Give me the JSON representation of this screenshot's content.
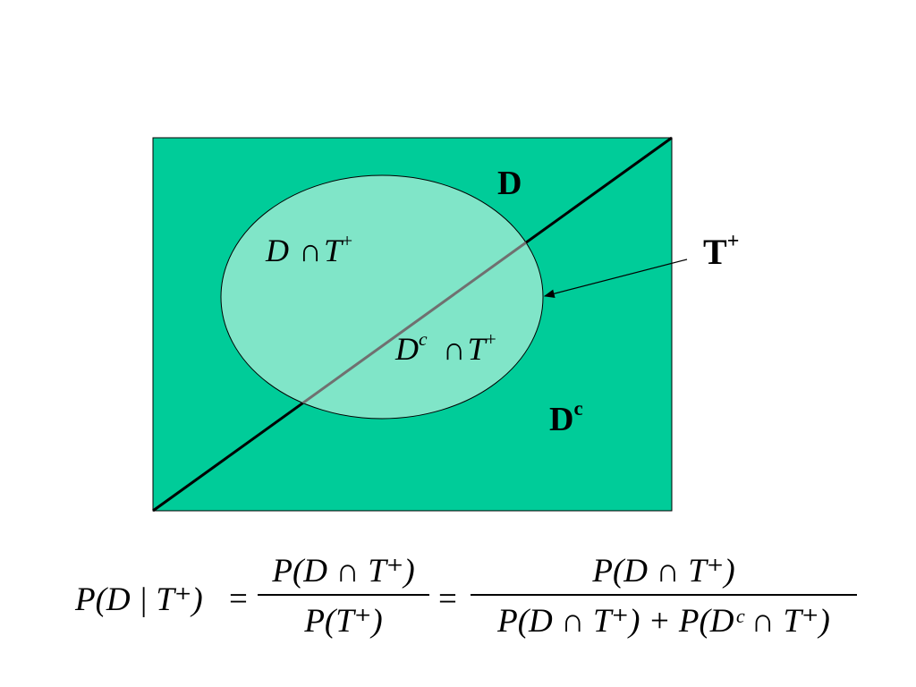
{
  "diagram": {
    "colors": {
      "background": "#ffffff",
      "universe_fill": "#00cc99",
      "universe_border": "#000000",
      "circle_fill": "#80e5c8",
      "divider_line": "#000000",
      "divider_in_circle": "#707070"
    },
    "labels": {
      "region_d": "D",
      "region_dc_base": "D",
      "region_dc_sup": "c",
      "test_positive_base": "T",
      "test_positive_sup": "+"
    },
    "inner_labels": {
      "d_and_t": {
        "d": "D",
        "cap": "∩",
        "t": "T",
        "plus": "+"
      },
      "dc_and_t": {
        "d": "D",
        "c": "c",
        "cap": "∩",
        "t": "T",
        "plus": "+"
      }
    }
  },
  "formula": {
    "lhs": "P(D | T⁺)",
    "equals_1": "=",
    "frac1": {
      "numerator": "P(D ∩ T⁺)",
      "denominator": "P(T⁺)"
    },
    "equals_2": "=",
    "frac2": {
      "numerator": "P(D ∩ T⁺)",
      "denominator": "P(D ∩ T⁺) + P(Dᶜ ∩ T⁺)"
    }
  }
}
